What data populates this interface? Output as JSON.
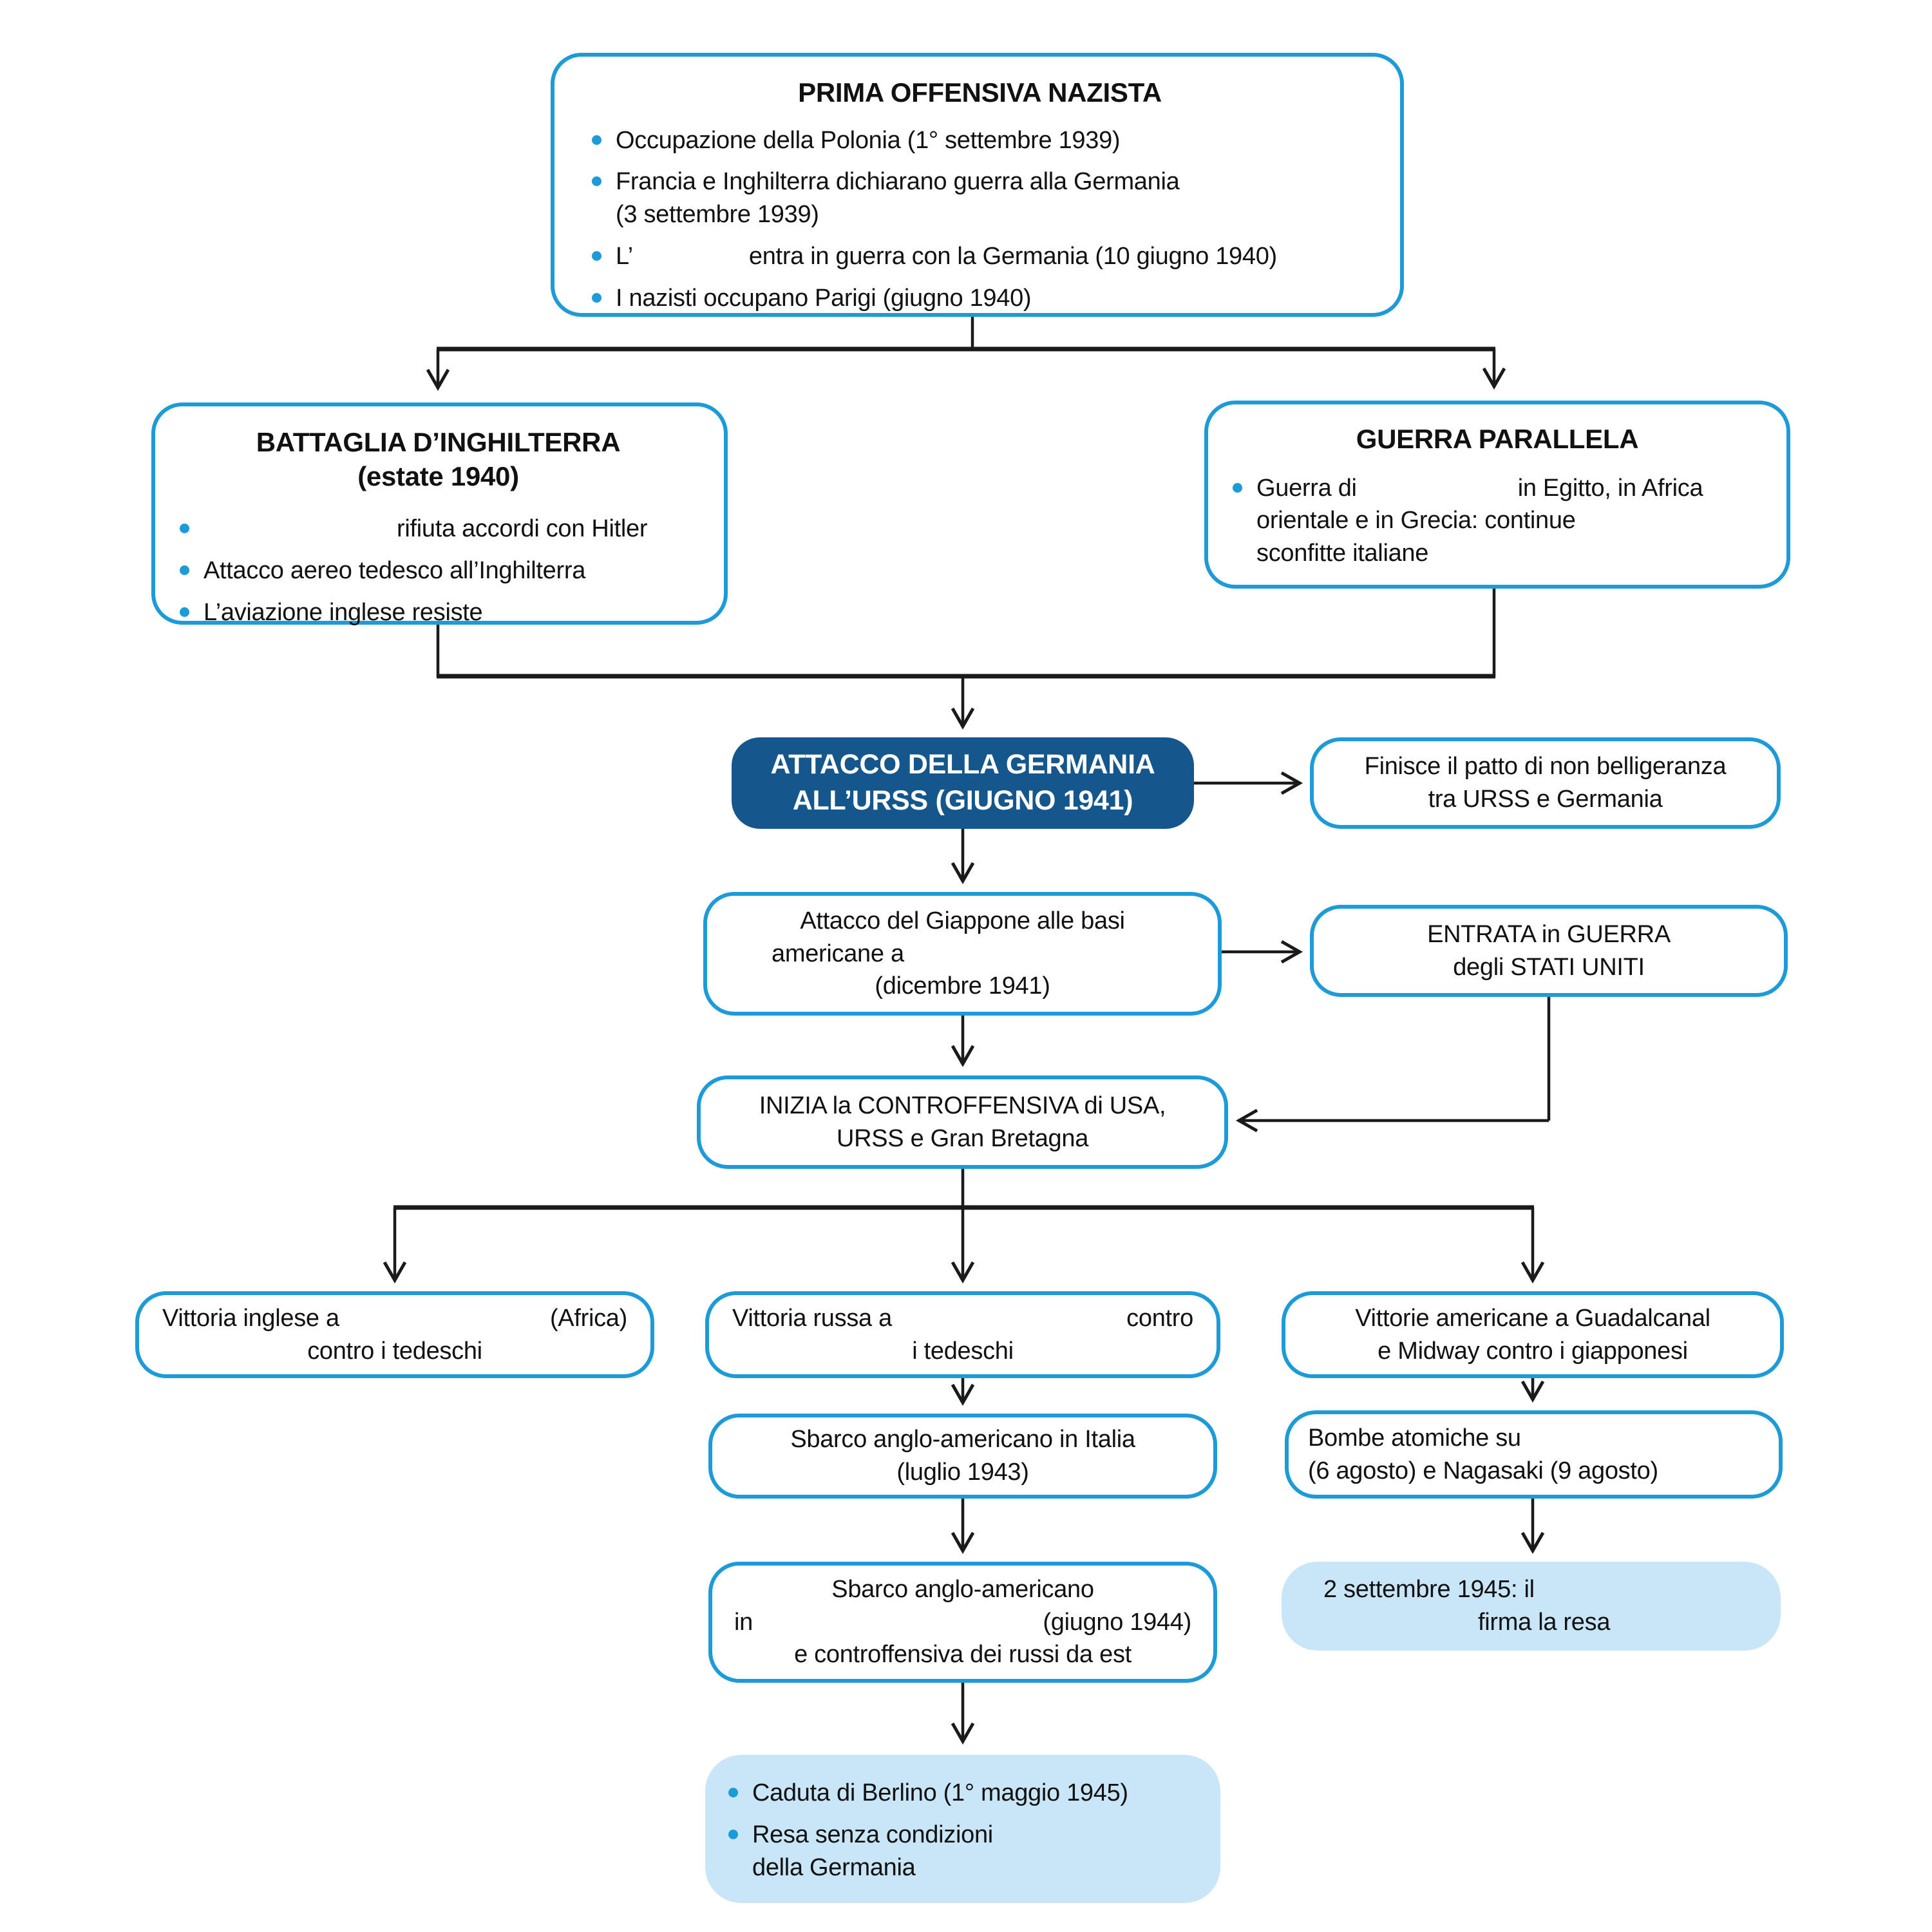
{
  "palette": {
    "outline_blue": "#1d9bd8",
    "dark_blue_fill": "#15568d",
    "light_blue_fill": "#c8e6f8",
    "text_color": "#111111",
    "line_color": "#1a1a1a"
  },
  "boxes": {
    "prima": {
      "title": "PRIMA OFFENSIVA NAZISTA",
      "b1": "Occupazione della Polonia (1° settembre 1939)",
      "b2a": "Francia e Inghilterra dichiarano guerra alla Germania",
      "b2b": "(3 settembre 1939)",
      "b3_pre": "L’",
      "b3_post": "entra in guerra con la Germania (10 giugno 1940)",
      "b4": "I nazisti occupano Parigi (giugno 1940)"
    },
    "battaglia": {
      "title_1": "BATTAGLIA D’INGHILTERRA",
      "title_2": "(estate 1940)",
      "b1_post": "rifiuta accordi con Hitler",
      "b2": "Attacco aereo tedesco all’Inghilterra",
      "b3": "L’aviazione inglese resiste"
    },
    "guerra_parallela": {
      "title": "GUERRA PARALLELA",
      "b1_pre": "Guerra di",
      "b1_post": "in Egitto, in Africa",
      "b1_l2": "orientale e in Grecia: continue",
      "b1_l3": "sconfitte italiane"
    },
    "attacco_urss": {
      "l1": "ATTACCO DELLA GERMANIA",
      "l2": "ALL’URSS (GIUGNO 1941)"
    },
    "finisce": {
      "l1": "Finisce il patto di non belligeranza",
      "l2": "tra URSS e Germania"
    },
    "giappone": {
      "l1": "Attacco del Giappone alle basi",
      "l2_pre": "americane a",
      "l3": "(dicembre 1941)"
    },
    "entrata": {
      "l1": "ENTRATA in GUERRA",
      "l2": "degli STATI UNITI"
    },
    "inizia": {
      "l1": "INIZIA la CONTROFFENSIVA di USA,",
      "l2": "URSS e Gran Bretagna"
    },
    "vittoria_inglese": {
      "l1_pre": "Vittoria inglese a",
      "l1_post": "(Africa)",
      "l2": "contro i tedeschi"
    },
    "vittoria_russa": {
      "l1_pre": "Vittoria russa a",
      "l1_post": "contro",
      "l2": "i tedeschi"
    },
    "vittorie_americane": {
      "l1": "Vittorie americane a Guadalcanal",
      "l2": "e Midway contro i giapponesi"
    },
    "sbarco_italia": {
      "l1": "Sbarco anglo-americano in Italia",
      "l2": "(luglio 1943)"
    },
    "bombe": {
      "l1_pre": "Bombe atomiche su",
      "l2": "(6 agosto) e Nagasaki (9 agosto)"
    },
    "sbarco_normandia": {
      "l1": "Sbarco anglo-americano",
      "l2_pre": "in",
      "l2_post": "(giugno 1944)",
      "l3": "e controffensiva dei russi da est"
    },
    "settembre": {
      "l1": "2 settembre 1945: il",
      "l2_post": "firma la resa"
    },
    "caduta": {
      "b1": "Caduta di Berlino (1° maggio 1945)",
      "b2a": "Resa senza condizioni",
      "b2b": "della Germania"
    }
  }
}
